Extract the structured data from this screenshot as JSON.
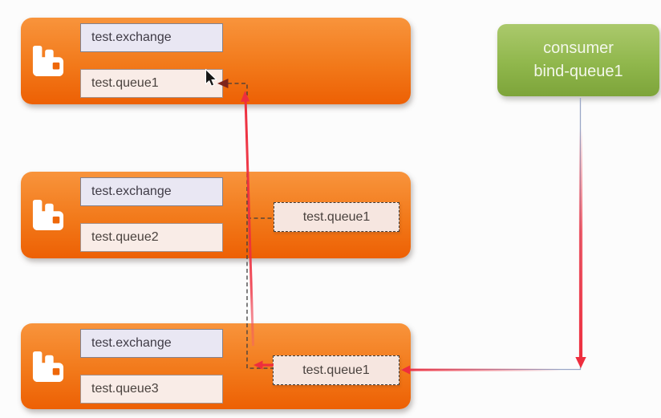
{
  "brokers": [
    {
      "exchange_label": "test.exchange",
      "queue_label": "test.queue1"
    },
    {
      "exchange_label": "test.exchange",
      "queue_label": "test.queue2"
    },
    {
      "exchange_label": "test.exchange",
      "queue_label": "test.queue3"
    }
  ],
  "ghost_queues": [
    {
      "label": "test.queue1"
    },
    {
      "label": "test.queue1"
    }
  ],
  "consumer": {
    "line1": "consumer",
    "line2": "bind-queue1"
  },
  "icons": {
    "broker": "rabbitmq-logo-icon",
    "cursor": "mouse-cursor-icon",
    "arrows": [
      "red-up-arrow",
      "red-down-arrow",
      "red-left-arrow",
      "dark-red-dashed-arrow"
    ]
  },
  "colors": {
    "broker_orange_top": "#f8943c",
    "broker_orange_bottom": "#ed6004",
    "consumer_green_top": "#abc96c",
    "consumer_green_bottom": "#7da43a",
    "exchange_fill": "#e9e7f3",
    "exchange_border": "#82828f",
    "queue_fill": "#f9ece7",
    "queue_border": "#a3908a",
    "ghost_fill": "#f6e6e0",
    "dashed_line": "#3c3c3c",
    "red_arrow": "#ee2e3e",
    "dark_red_arrow": "#7e241c",
    "consumer_line": "#9aa7c7"
  }
}
